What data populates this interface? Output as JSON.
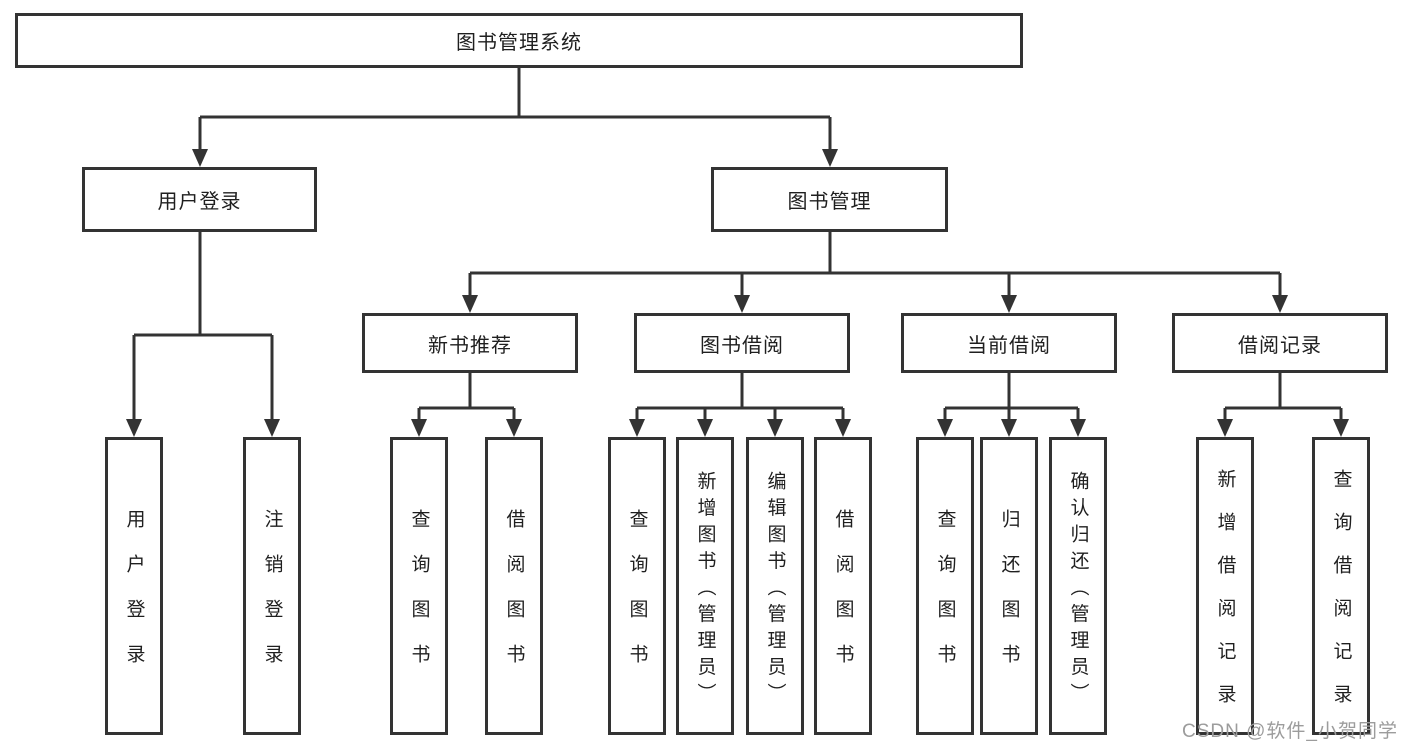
{
  "diagram": {
    "root": {
      "label": "图书管理系统"
    },
    "level2": [
      {
        "label": "用户登录"
      },
      {
        "label": "图书管理"
      }
    ],
    "level3": [
      {
        "label": "新书推荐"
      },
      {
        "label": "图书借阅"
      },
      {
        "label": "当前借阅"
      },
      {
        "label": "借阅记录"
      }
    ],
    "leaves": {
      "user_login": [
        "用户登录",
        "注销登录"
      ],
      "new_book": [
        "查询图书",
        "借阅图书"
      ],
      "book_borrow": [
        "查询图书",
        "新增图书（管理员）",
        "编辑图书（管理员）",
        "借阅图书"
      ],
      "current_borrow": [
        "查询图书",
        "归还图书",
        "确认归还（管理员）"
      ],
      "borrow_record": [
        "新增借阅记录",
        "查询借阅记录"
      ]
    }
  },
  "watermark": "CSDN @软件_小贺同学",
  "colors": {
    "line": "#333333",
    "box_border": "#333333",
    "text": "#1f1f1f",
    "watermark": "#9c9c9c",
    "background": "#ffffff"
  }
}
